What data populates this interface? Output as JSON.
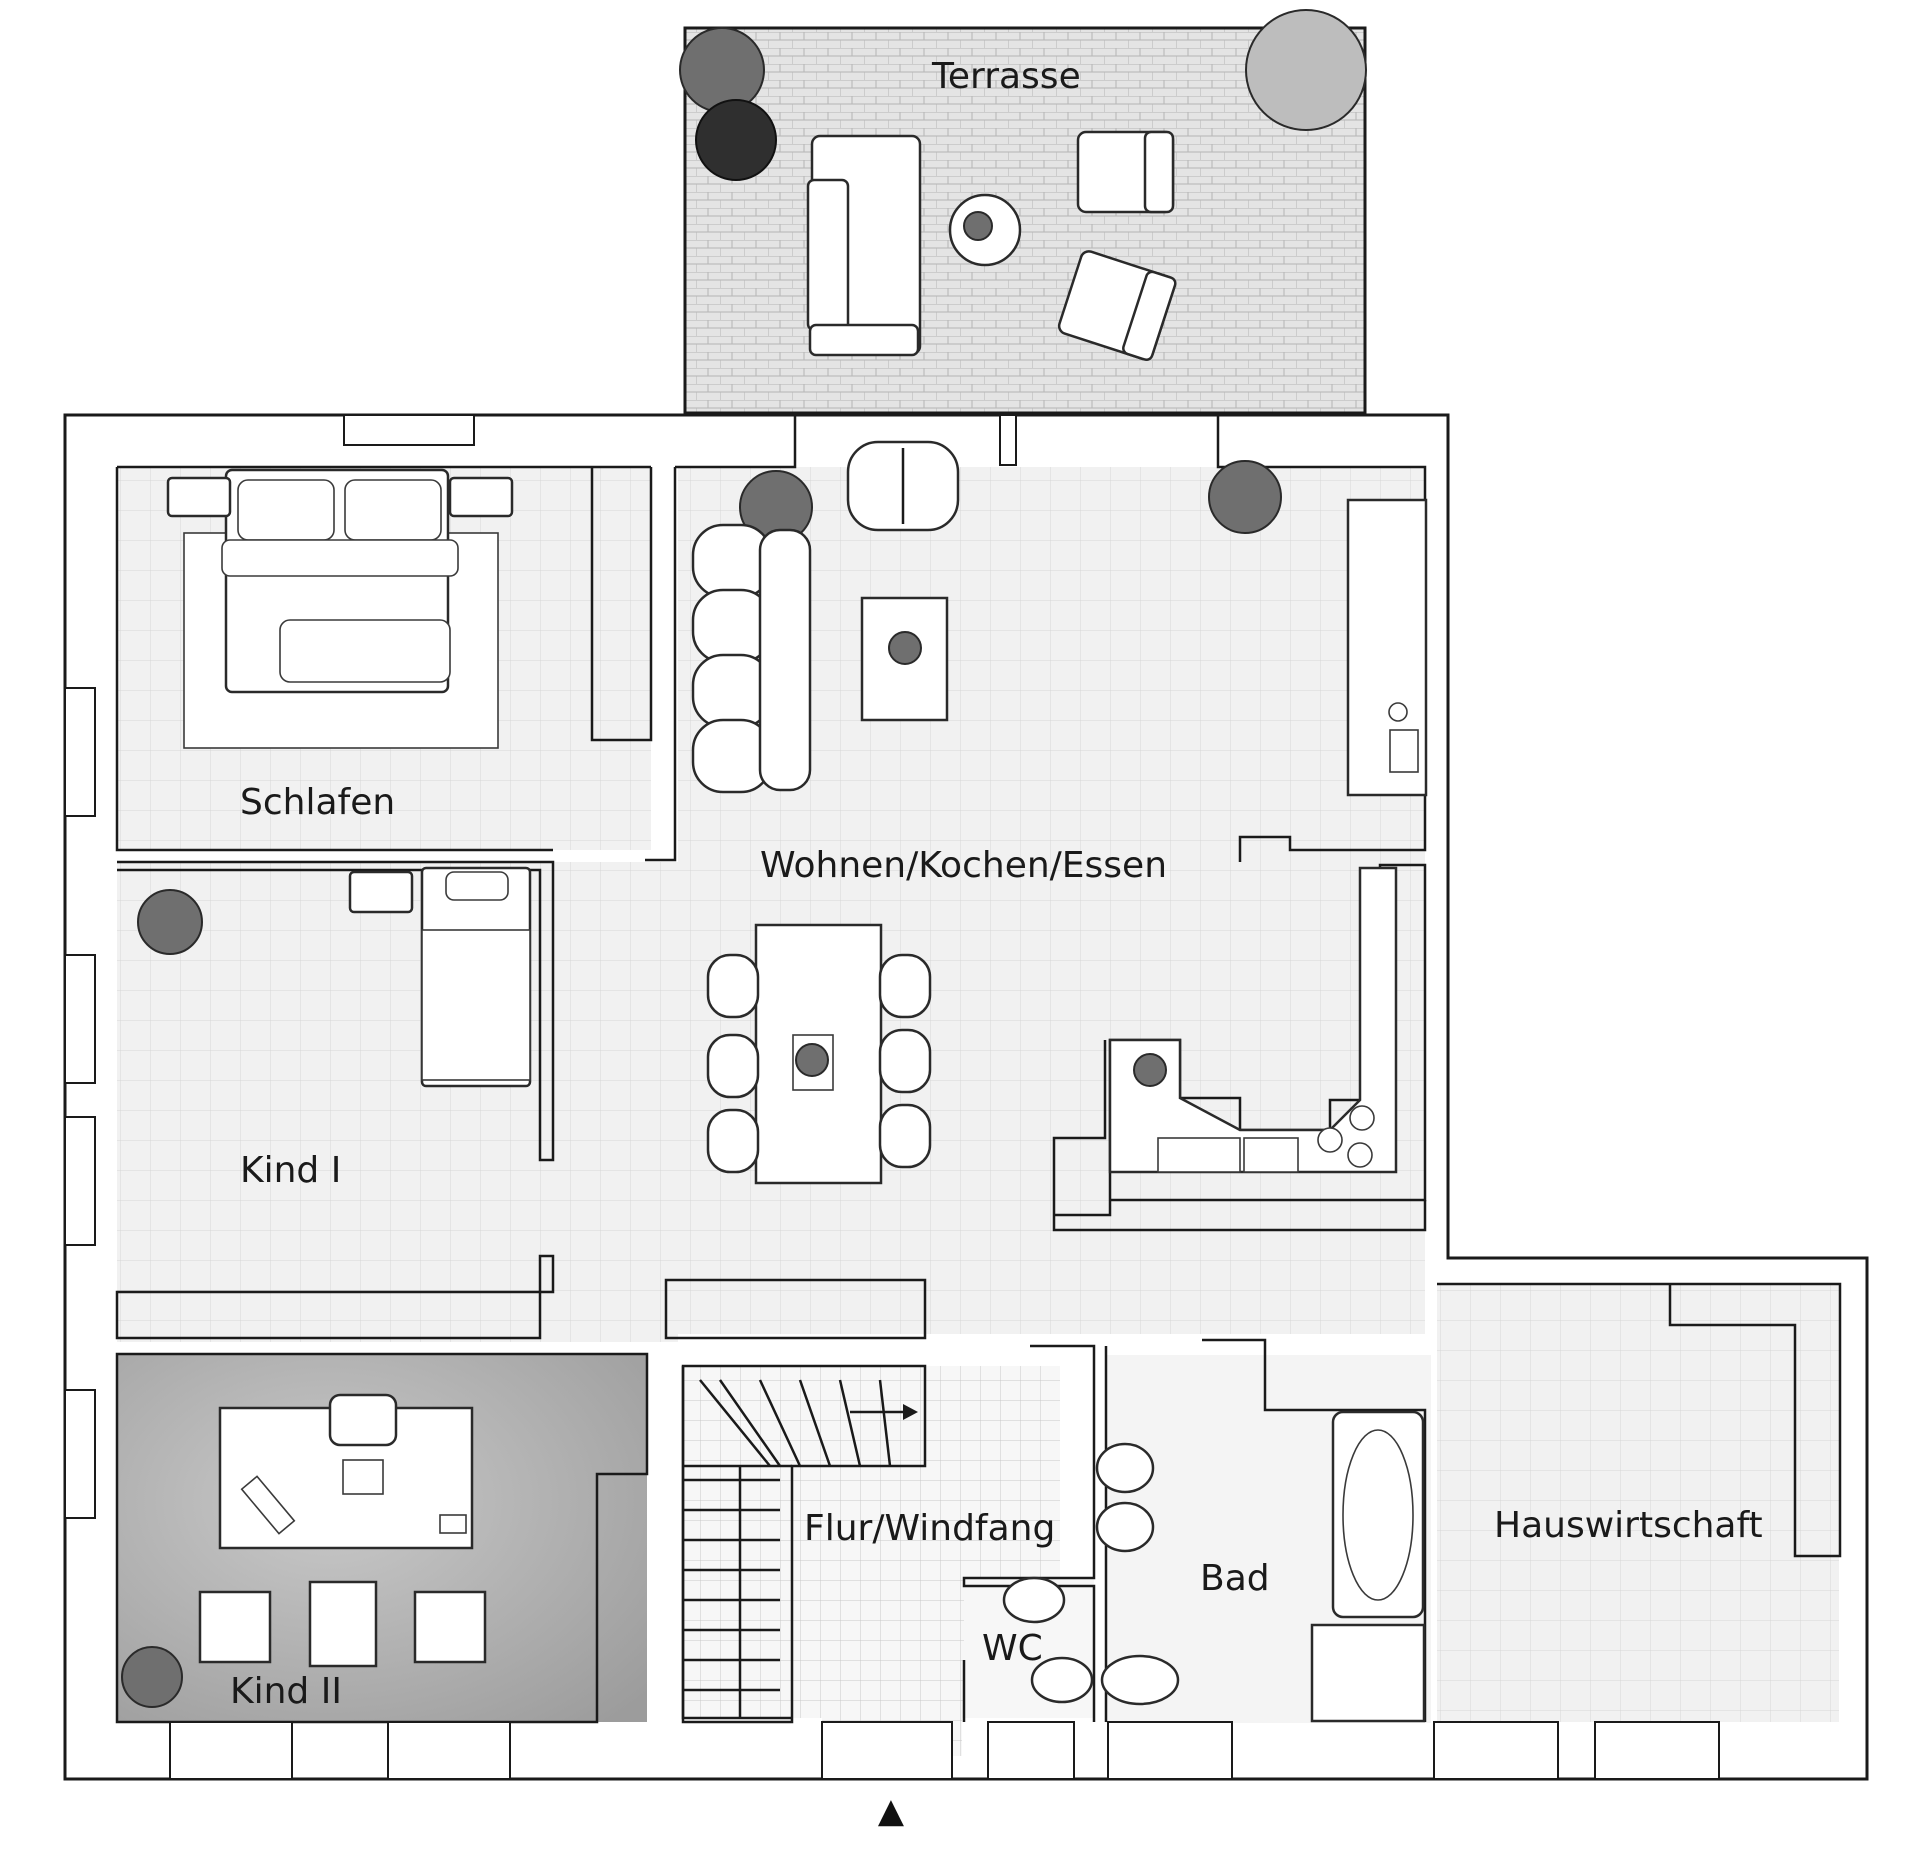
{
  "rooms": {
    "terrasse": "Terrasse",
    "schlafen": "Schlafen",
    "wohnen": "Wohnen/Kochen/Essen",
    "kind1": "Kind I",
    "kind2": "Kind II",
    "flur": "Flur/Windfang",
    "wc": "WC",
    "bad": "Bad",
    "hauswirtschaft": "Hauswirtschaft"
  },
  "colors": {
    "wall": "#1a1a1a",
    "floor": "#f2f2f2",
    "terrace_floor": "#e6e6e6",
    "kind2_floor": "#b8b8b8",
    "furniture": "#ffffff"
  },
  "entrance_marker": "▲"
}
